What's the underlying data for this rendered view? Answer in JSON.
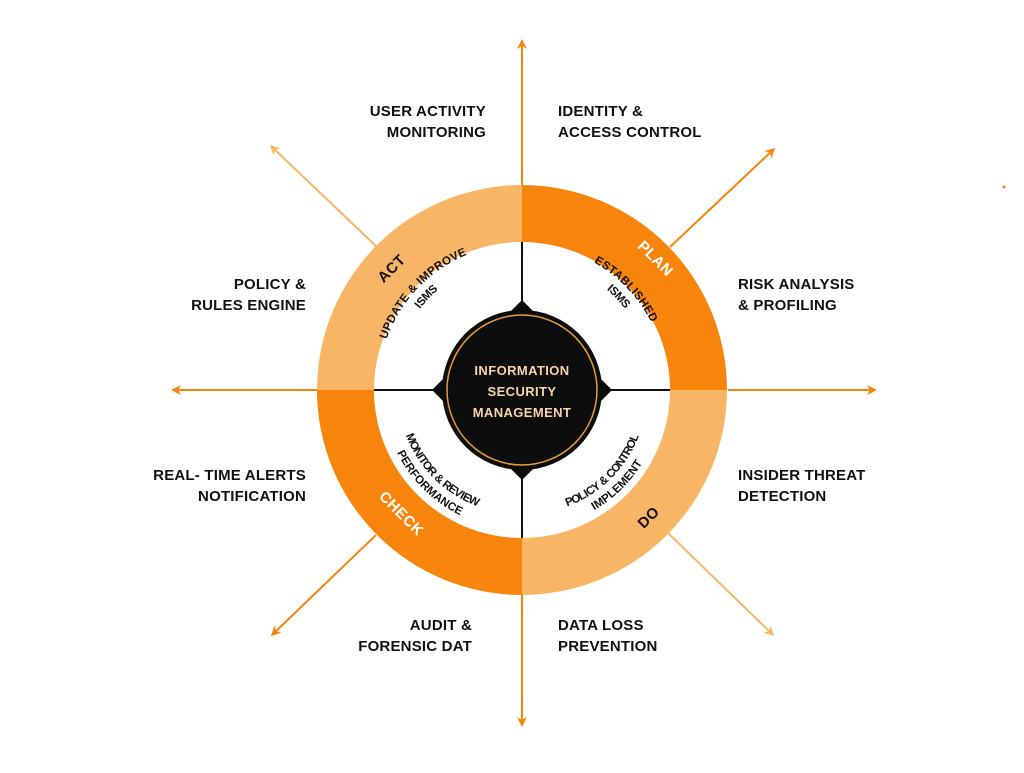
{
  "diagram": {
    "colors": {
      "dark_orange": "#F7850C",
      "light_orange": "#F9B566",
      "center_fill": "#0D0D0D",
      "center_ring": "#E89A3C",
      "center_text": "#F6D4A8",
      "label_text": "#111111"
    },
    "center": {
      "lines": [
        "INFORMATION",
        "SECURITY",
        "MANAGEMENT"
      ]
    },
    "phases": {
      "plan": "PLAN",
      "do": "DO",
      "check": "CHECK",
      "act": "ACT"
    },
    "inner": {
      "plan": [
        "ESTABLISHED",
        "ISMS"
      ],
      "do": [
        "IMPLEMENT",
        "POLICY & CONTROL"
      ],
      "check": [
        "MONITOR & REVIEW",
        "PERFORMANCE"
      ],
      "act": [
        "UPDATE & IMPROVE",
        "ISMS"
      ]
    },
    "outer_labels": {
      "user_activity": [
        "USER ACTIVITY",
        "MONITORING"
      ],
      "identity_access": [
        "IDENTITY &",
        "ACCESS CONTROL"
      ],
      "risk_analysis": [
        "RISK ANALYSIS",
        "& PROFILING"
      ],
      "insider_threat": [
        "INSIDER THREAT",
        "DETECTION"
      ],
      "data_loss": [
        "DATA LOSS",
        "PREVENTION"
      ],
      "audit": [
        "AUDIT &",
        "FORENSIC DAT"
      ],
      "realtime_alerts": [
        "REAL- TIME ALERTS",
        "NOTIFICATION"
      ],
      "policy_rules": [
        "POLICY &",
        "RULES ENGINE"
      ]
    }
  }
}
